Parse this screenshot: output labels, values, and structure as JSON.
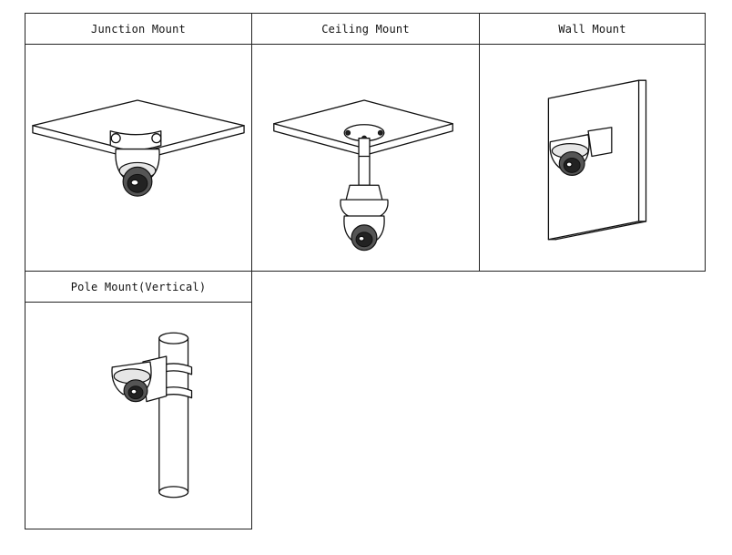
{
  "mounts": [
    {
      "label": "Junction Mount",
      "icon": "junction-mount-illustration"
    },
    {
      "label": "Ceiling Mount",
      "icon": "ceiling-mount-illustration"
    },
    {
      "label": "Wall Mount",
      "icon": "wall-mount-illustration"
    },
    {
      "label": "Pole Mount(Vertical)",
      "icon": "pole-mount-illustration"
    }
  ]
}
